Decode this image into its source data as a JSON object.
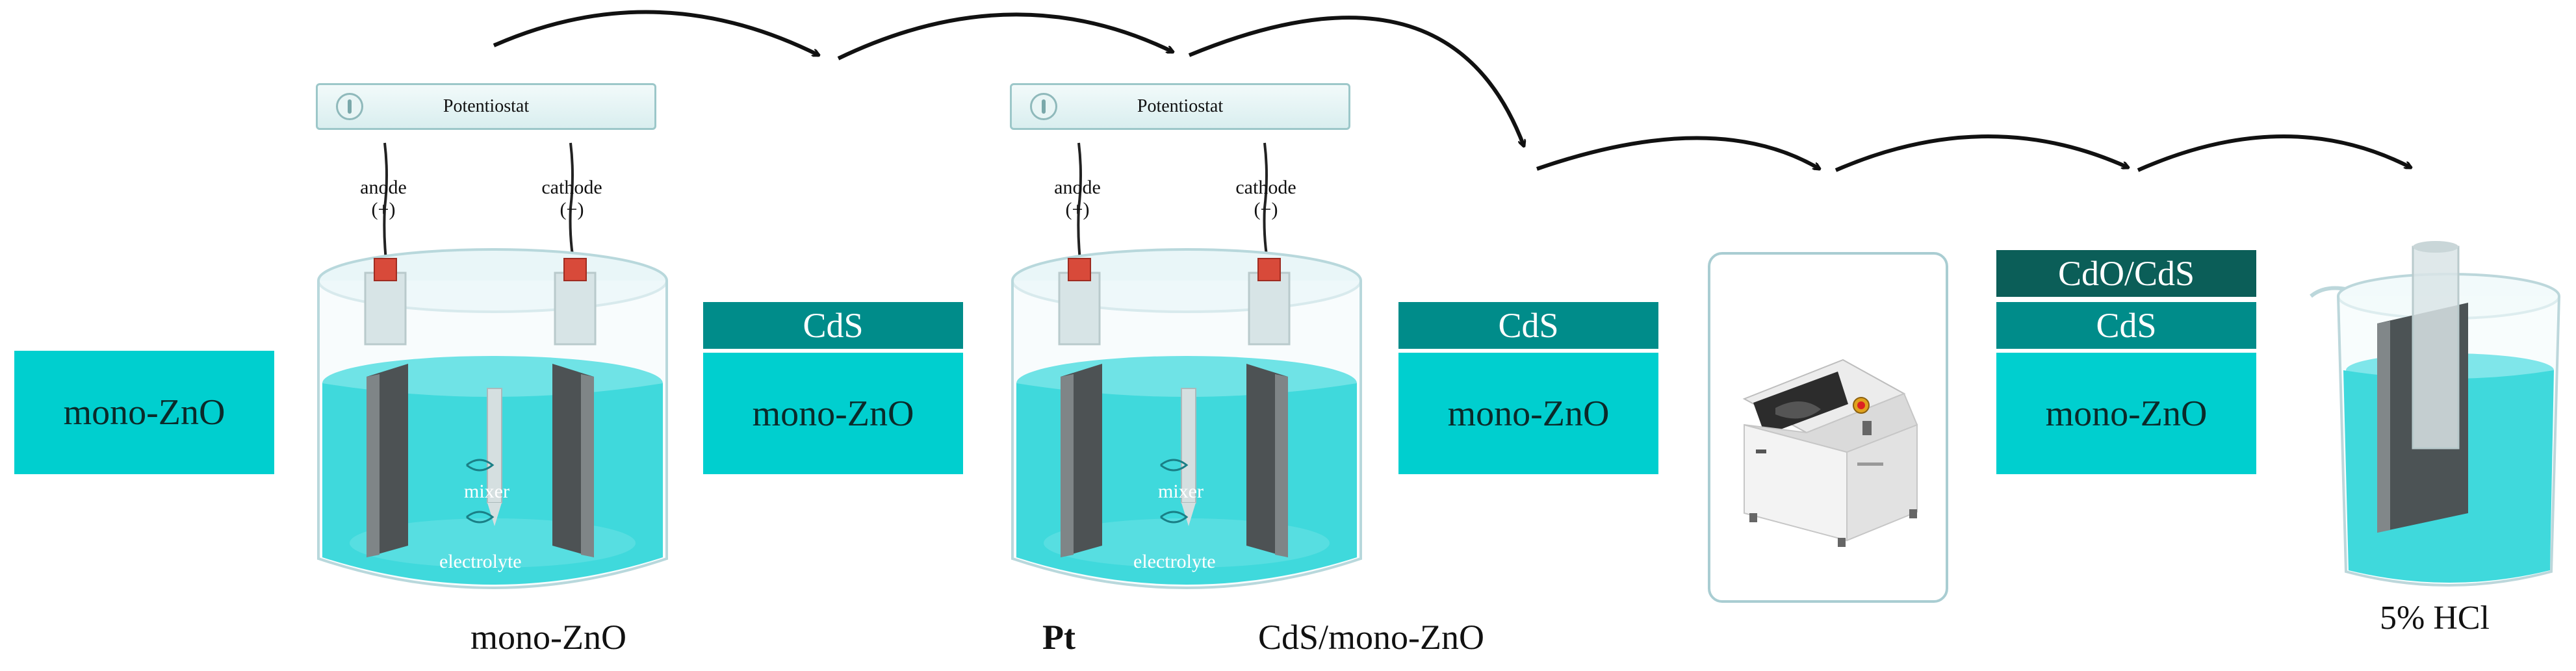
{
  "steps": {
    "substrate": {
      "label": "mono-ZnO"
    },
    "electrodeposition_1": {
      "potentiostat": "Potentiostat",
      "anode": "anode",
      "anode_sign": "(+)",
      "cathode": "cathode",
      "cathode_sign": "(−)",
      "mixer": "mixer",
      "electrolyte": "electrolyte",
      "caption": "mono-ZnO"
    },
    "stack_1": {
      "top": "CdS",
      "bottom": "mono-ZnO"
    },
    "electrodeposition_2": {
      "potentiostat": "Potentiostat",
      "anode": "anode",
      "anode_sign": "(+)",
      "cathode": "cathode",
      "cathode_sign": "(−)",
      "mixer": "mixer",
      "electrolyte": "electrolyte",
      "caption_left": "Pt",
      "caption_right": "CdS/mono-ZnO"
    },
    "stack_2": {
      "top": "CdS",
      "bottom": "mono-ZnO"
    },
    "stack_3": {
      "top": "CdO/CdS",
      "middle": "CdS",
      "bottom": "mono-ZnO"
    },
    "etch": {
      "caption": "5% HCl"
    }
  },
  "colors": {
    "substrate": "#00cfcf",
    "cds_layer": "#008c8a",
    "cdo_layer": "#0b5e58",
    "electrolyte": "#3fd9dc",
    "frame": "#a9cdd2"
  }
}
